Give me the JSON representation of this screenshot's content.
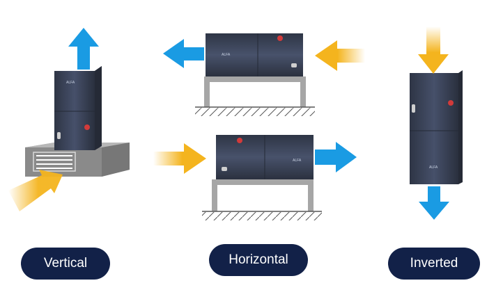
{
  "labels": {
    "vertical": "Vertical",
    "horizontal": "Horizontal",
    "inverted": "Inverted"
  },
  "colors": {
    "supply_arrow": "#1a9be3",
    "return_arrow": "#f4b41e",
    "unit_body": "#3a4354",
    "stand": "#a6a6a6",
    "pill_bg": "#122148",
    "pill_text": "#ffffff"
  },
  "icons": {
    "supply": "blue-airflow-arrow-icon",
    "return": "yellow-airflow-arrow-icon"
  }
}
